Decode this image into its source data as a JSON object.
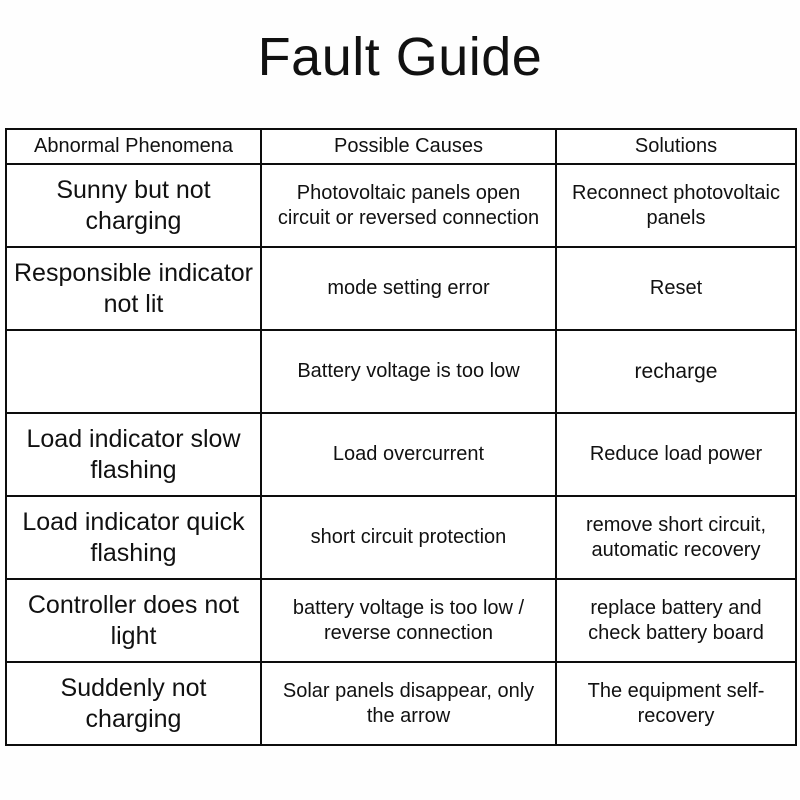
{
  "document": {
    "title": "Fault Guide"
  },
  "table": {
    "headers": [
      "Abnormal Phenomena",
      "Possible Causes",
      "Solutions"
    ],
    "rows": [
      {
        "phenomena": "Sunny but not charging",
        "cause": "Photovoltaic panels open circuit or reversed connection",
        "solution": "Reconnect photovoltaic panels"
      },
      {
        "phenomena": "Responsible indicator not lit",
        "cause": "mode setting error",
        "solution": "Reset"
      },
      {
        "phenomena": "",
        "cause": "Battery voltage is too low",
        "solution": "recharge"
      },
      {
        "phenomena": "Load indicator slow flashing",
        "cause": "Load overcurrent",
        "solution": "Reduce load power"
      },
      {
        "phenomena": "Load indicator quick flashing",
        "cause": "short circuit protection",
        "solution": "remove short circuit, automatic recovery"
      },
      {
        "phenomena": "Controller does not light",
        "cause": "battery voltage is too low / reverse connection",
        "solution": "replace battery and check battery board"
      },
      {
        "phenomena": "Suddenly not charging",
        "cause": "Solar panels disappear, only the arrow",
        "solution": "The equipment self-recovery"
      }
    ]
  },
  "colors": {
    "background": "#fefefe",
    "text": "#111111",
    "border": "#0d0d0d"
  }
}
